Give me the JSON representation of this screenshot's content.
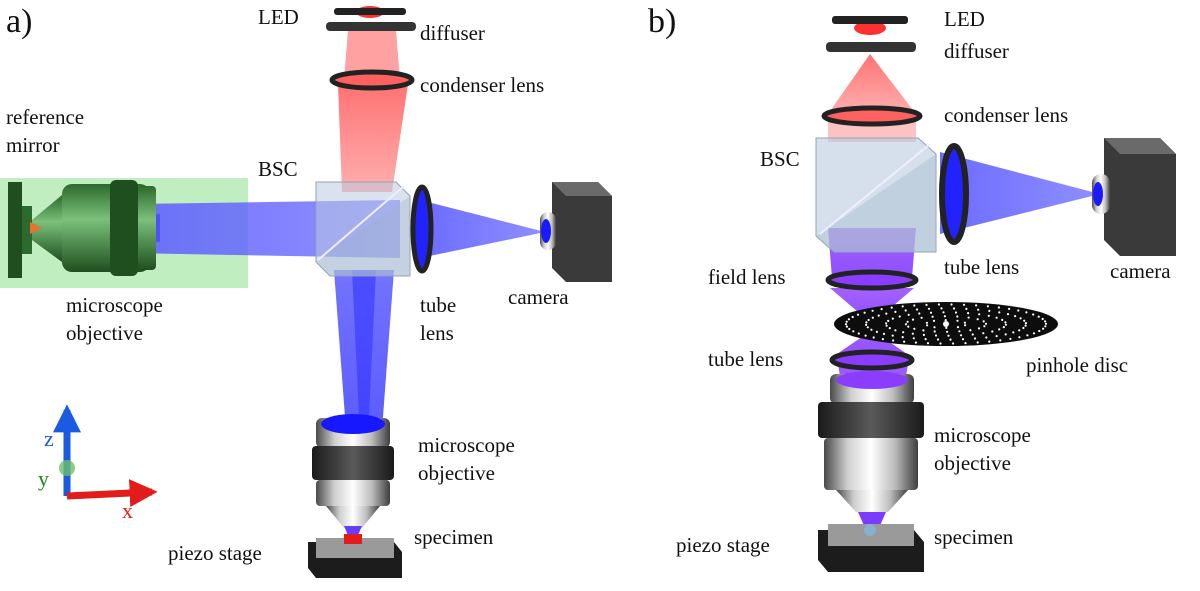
{
  "panel_a": {
    "tag": "a)",
    "labels": {
      "led": "LED",
      "diffuser": "diffuser",
      "condenser_lens": "condenser lens",
      "reference_mirror_1": "reference",
      "reference_mirror_2": "mirror",
      "bsc": "BSC",
      "microscope_objective_left_1": "microscope",
      "microscope_objective_left_2": "objective",
      "tube_lens_1": "tube",
      "tube_lens_2": "lens",
      "camera": "camera",
      "microscope_objective_bottom_1": "microscope",
      "microscope_objective_bottom_2": "objective",
      "specimen": "specimen",
      "piezo_stage": "piezo stage"
    },
    "axes": {
      "z": "z",
      "y": "y",
      "x": "x"
    }
  },
  "panel_b": {
    "tag": "b)",
    "labels": {
      "led": "LED",
      "diffuser": "diffuser",
      "condenser_lens": "condenser lens",
      "bsc": "BSC",
      "tube_lens_top": "tube lens",
      "camera": "camera",
      "field_lens": "field lens",
      "pinhole_disc": "pinhole disc",
      "tube_lens_bottom": "tube lens",
      "microscope_objective_1": "microscope",
      "microscope_objective_2": "objective",
      "specimen": "specimen",
      "piezo_stage": "piezo stage"
    }
  },
  "colors": {
    "red_beam": "#f05050",
    "blue_beam": "#4646ff",
    "violet": "#8a3cff",
    "green_arm": "#7ed67e",
    "axis_x": "#e21b1b",
    "axis_y": "#1b8a1b",
    "axis_z": "#1b5be2"
  }
}
